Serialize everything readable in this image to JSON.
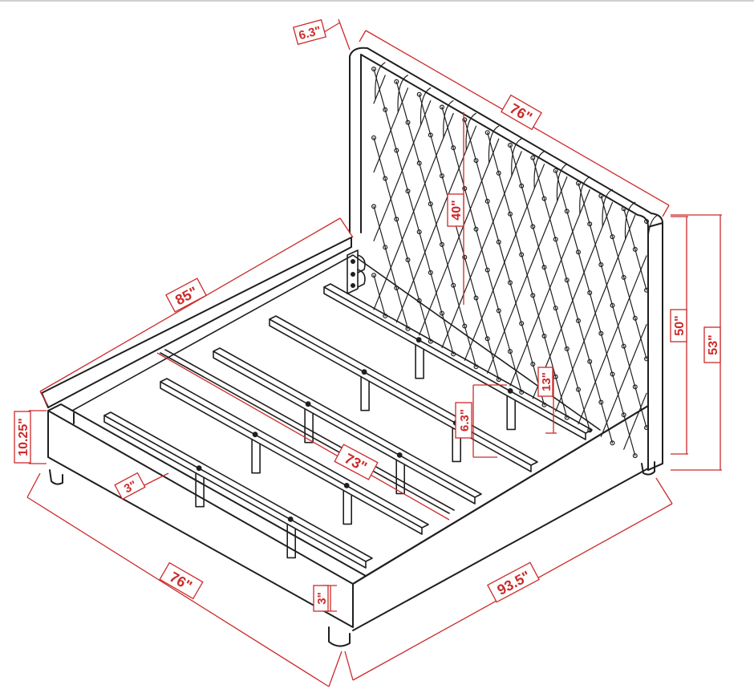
{
  "colors": {
    "line": "#1f1f1f",
    "dimension": "#cc2a2a",
    "background": "#ffffff"
  },
  "dimensions": {
    "headboard_depth": "6.3\"",
    "headboard_width": "76\"",
    "headboard_panel_height": "40\"",
    "frame_length": "85\"",
    "rail_height": "10.25\"",
    "headboard_height": "50\"",
    "overall_height": "53\"",
    "slat_height": "13\"",
    "slat_gap": "6.3\"",
    "slat_length": "73\"",
    "rail_thickness": "3\"",
    "overall_width": "76\"",
    "leg_height": "3\"",
    "overall_length": "93.5\""
  }
}
